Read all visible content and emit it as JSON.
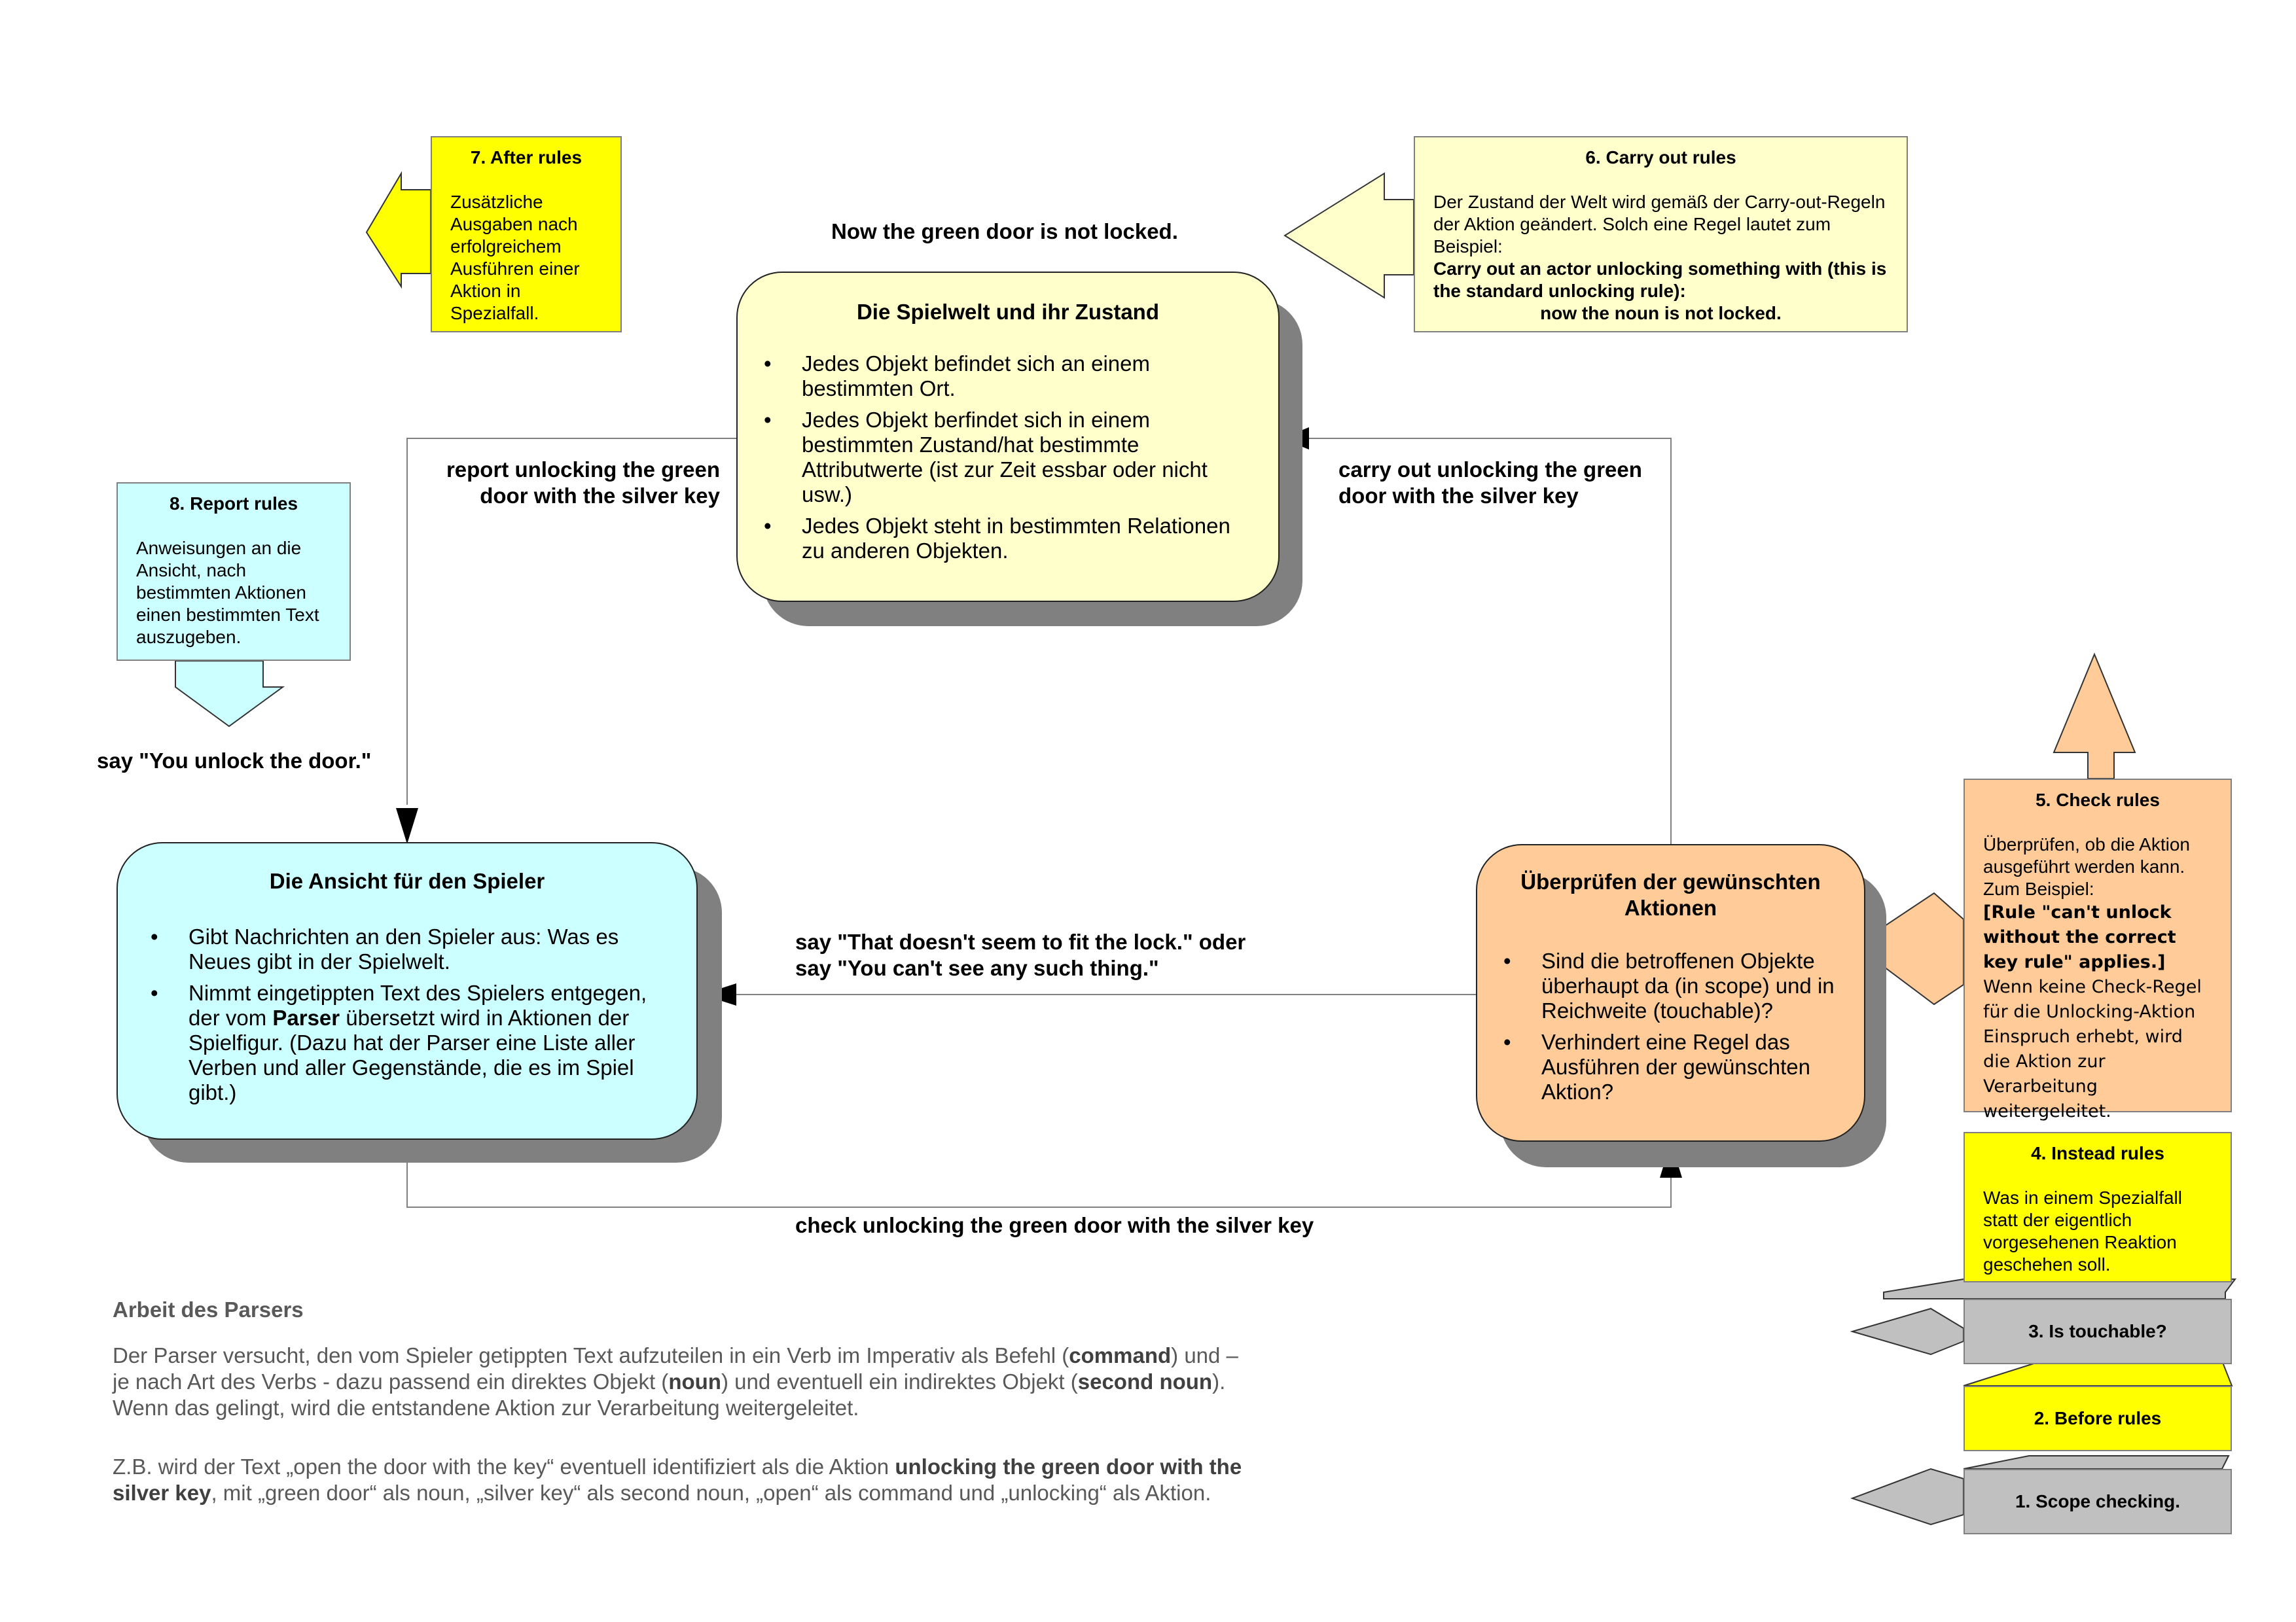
{
  "center_box": {
    "title": "Die Spielwelt und ihr Zustand",
    "items": [
      "Jedes Objekt befindet sich an einem bestimmten Ort.",
      "Jedes Objekt berfindet sich in einem bestimmten Zustand/hat bestimmte Attributwerte (ist zur Zeit essbar oder nicht usw.)",
      "Jedes Objekt steht in bestimmten Relationen zu anderen Objekten."
    ]
  },
  "left_box": {
    "title": "Die Ansicht für den Spieler",
    "item1": "Gibt Nachrichten an den Spieler aus: Was es Neues gibt in der Spielwelt.",
    "item2_a": "Nimmt eingetippten Text des Spielers entgegen, der vom ",
    "item2_bold": "Parser",
    "item2_b": " übersetzt wird in Aktionen der Spielfigur. (Dazu hat der Parser eine Liste aller Verben und aller Gegenstände, die es im Spiel gibt.)"
  },
  "right_box": {
    "title": "Überprüfen der gewünschten Aktionen",
    "items": [
      "Sind die betroffenen Objekte überhaupt da (in scope) und in Reichweite (touchable)?",
      "Verhindert eine Regel das Ausführen der gewünschten Aktion?"
    ]
  },
  "labels": {
    "now_not_locked": "Now the green door is not locked.",
    "report_unlocking": "report unlocking the green door with the silver key",
    "carry_out_unlocking": "carry out unlocking the green door with the silver key",
    "say_unlock": "say \"You unlock the door.\"",
    "say_fit_1": "say \"That doesn't seem to fit the lock.\" oder",
    "say_fit_2": "say \"You can't see any such thing.\"",
    "check_unlocking": "check unlocking the green door with the silver key"
  },
  "rules": {
    "after": {
      "title": "7. After rules",
      "text": "Zusätzliche Ausgaben nach erfolgreichem Ausführen einer Aktion in Spezialfall."
    },
    "carry_out": {
      "title": "6. Carry out rules",
      "text": "Der Zustand der Welt wird gemäß der Carry-out-Regeln der Aktion geändert. Solch eine Regel lautet zum Beispiel:",
      "bold1": "Carry out an actor unlocking something with (this is the standard unlocking rule):",
      "bold2": "now the noun is not locked."
    },
    "report": {
      "title": "8. Report rules",
      "text": "Anweisungen an die Ansicht, nach bestimmten Aktionen einen bestimmten Text auszugeben."
    },
    "check": {
      "title": "5. Check rules",
      "text": "Überprüfen, ob die Aktion ausgeführt werden kann. Zum Beispiel:",
      "bold": "[Rule \"can't unlock without the correct key rule\" applies.]",
      "text2": "Wenn keine Check-Regel für die Unlocking-Aktion Einspruch erhebt, wird die Aktion zur Verarbeitung weitergeleitet."
    },
    "instead": {
      "title": "4. Instead rules",
      "text": "Was in einem Spezialfall statt der eigentlich vorgesehenen Reaktion geschehen soll."
    },
    "touchable": {
      "title": "3. Is touchable?"
    },
    "before": {
      "title": "2. Before rules"
    },
    "scope": {
      "title": "1. Scope checking."
    }
  },
  "parser": {
    "title": "Arbeit des Parsers",
    "p1_a": "Der Parser versucht, den vom Spieler getippten Text aufzuteilen in ein Verb im Imperativ als Befehl (",
    "p1_command": "command",
    "p1_b": ") und – je nach Art des Verbs - dazu passend ein direktes Objekt (",
    "p1_noun": "noun",
    "p1_c": ") und eventuell ein indirektes Objekt (",
    "p1_second": "second noun",
    "p1_d": "). Wenn das gelingt, wird die entstandene Aktion zur Verarbeitung weitergeleitet.",
    "p2_a": "Z.B. wird der Text „open the door with the key“ eventuell identifiziert als die Aktion ",
    "p2_bold": "unlocking the green door with the silver key",
    "p2_b": ", mit „green door“ als noun, „silver key“ als second noun, „open“ als command und „unlocking“ als Aktion."
  },
  "colors": {
    "yellow": "#ffff00",
    "light_yellow": "#ffffcc",
    "cyan": "#ccffff",
    "orange": "#ffcc99",
    "gray": "#c0c0c0",
    "shadow": "#808080"
  }
}
